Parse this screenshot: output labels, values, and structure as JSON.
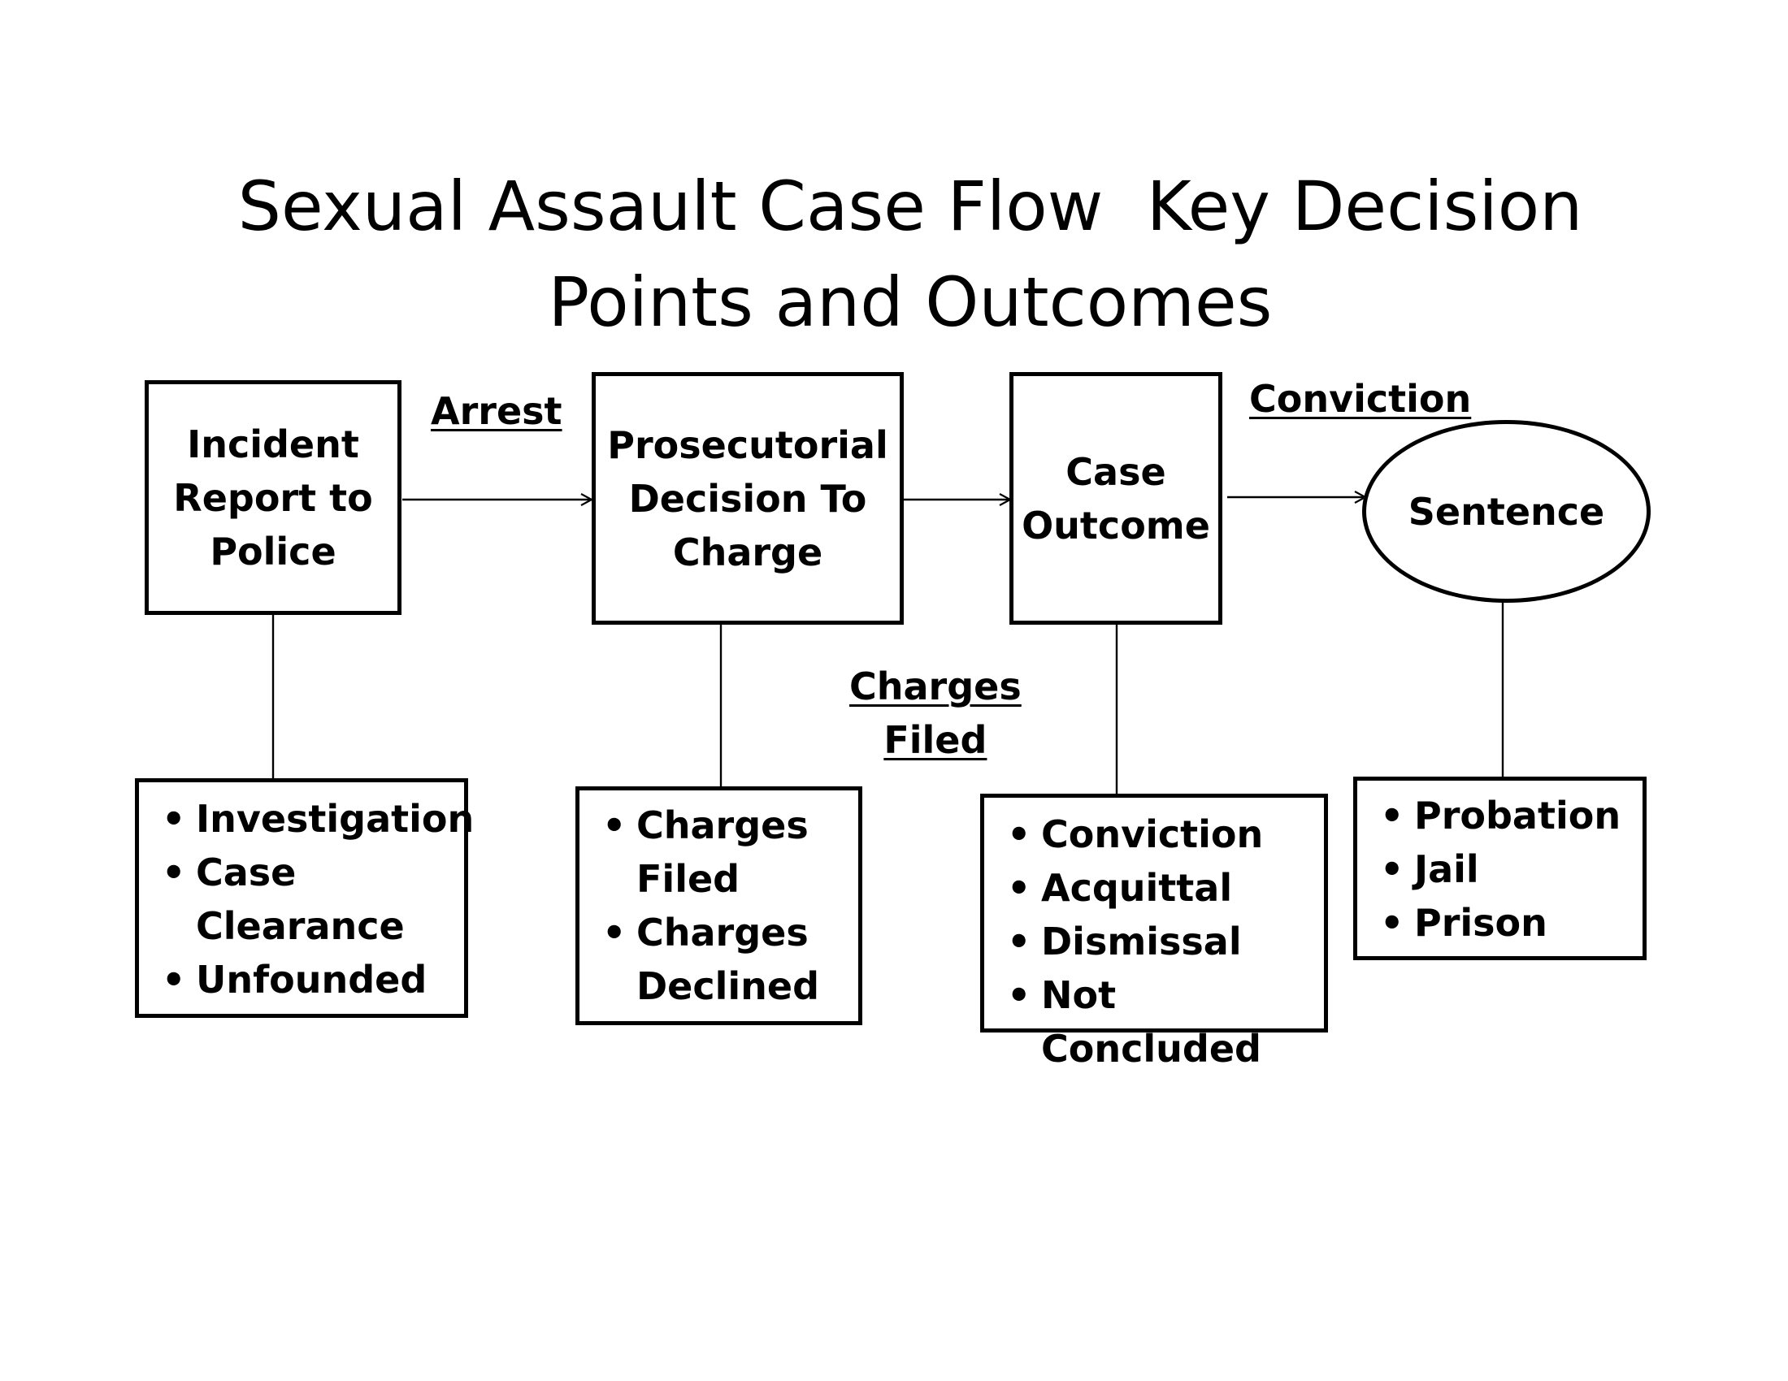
{
  "title": {
    "line1": "Sexual Assault Case Flow  Key Decision",
    "line2": "Points and Outcomes"
  },
  "nodes": {
    "incident": "Incident\nReport to\nPolice",
    "prosecutorial": "Prosecutorial\nDecision To\nCharge",
    "case_outcome": "Case\nOutcome",
    "sentence": "Sentence"
  },
  "edges": {
    "arrest": "Arrest",
    "charges_filed": "Charges\nFiled",
    "conviction": "Conviction"
  },
  "outcomes": {
    "incident": [
      "Investigation",
      "Case\nClearance",
      "Unfounded"
    ],
    "prosecutorial": [
      "Charges\nFiled",
      "Charges\nDeclined"
    ],
    "case_outcome": [
      "Conviction",
      "Acquittal",
      "Dismissal",
      "Not Concluded"
    ],
    "sentence": [
      "Probation",
      "Jail",
      "Prison"
    ]
  }
}
